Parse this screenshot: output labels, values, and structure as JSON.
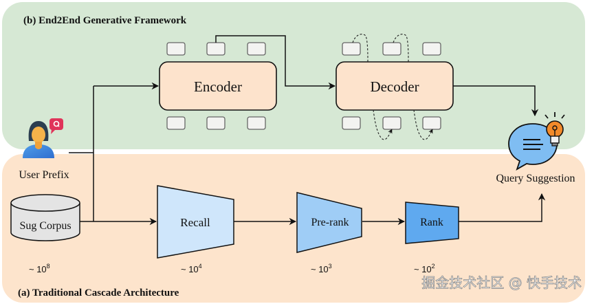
{
  "panels": {
    "top": {
      "title": "(b) End2End Generative Framework",
      "color": "#d6e8d4"
    },
    "bottom": {
      "title": "(a) Traditional Cascade Architecture",
      "color": "#fde4cc"
    }
  },
  "generative": {
    "encoder_label": "Encoder",
    "decoder_label": "Decoder",
    "block_fill": "#fde3cc"
  },
  "inputs": {
    "user_prefix": "User Prefix",
    "user_icon": "user-with-search-bubble-icon",
    "sug_corpus": "Sug Corpus",
    "sug_corpus_scale": {
      "prefix": "~ 10",
      "exp": "8"
    }
  },
  "cascade": {
    "stages": [
      {
        "label": "Recall",
        "scale_prefix": "~ 10",
        "scale_exp": "4",
        "fill": "#cfe6fb"
      },
      {
        "label": "Pre-rank",
        "scale_prefix": "~ 10",
        "scale_exp": "3",
        "fill": "#9fcdf6"
      },
      {
        "label": "Rank",
        "scale_prefix": "~ 10",
        "scale_exp": "2",
        "fill": "#5fa9ef"
      }
    ]
  },
  "output": {
    "label": "Query Suggestion",
    "icon": "chat-bubble-lightbulb-icon"
  },
  "watermark": "掘金技术社区 @ 快手技术"
}
